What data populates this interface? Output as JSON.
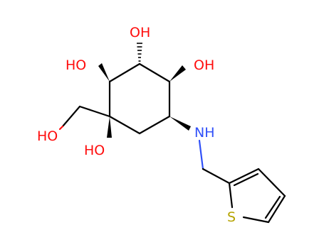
{
  "molecule": {
    "labels": {
      "oh_top": "OH",
      "ho_left_upper": "HO",
      "oh_right_upper": "OH",
      "ho_hydroxymethyl": "HO",
      "ho_quaternary": "HO",
      "nh": "NH",
      "s": "S"
    },
    "colors": {
      "bond": "#000000",
      "oxygen": "#ff0d0d",
      "nitrogen": "#3050f8",
      "sulfur": "#b5a300"
    }
  }
}
